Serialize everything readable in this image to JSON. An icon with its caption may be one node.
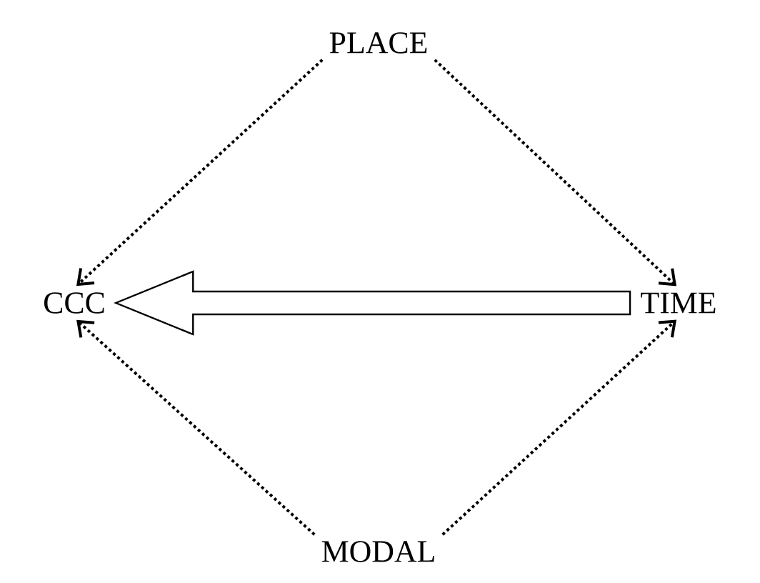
{
  "diagram": {
    "nodes": [
      {
        "text": [
          "PLACE"
        ]
      },
      {
        "text": [
          "CCC"
        ]
      },
      {
        "text": [
          "TIME"
        ]
      },
      {
        "text": [
          "MODAL"
        ]
      }
    ],
    "edges": [
      {
        "from": 0,
        "to": 1,
        "arrow": "to",
        "style": "dashed"
      },
      {
        "from": 0,
        "to": 2,
        "arrow": "to",
        "style": "dashed"
      },
      {
        "from": 3,
        "to": 1,
        "arrow": "to",
        "style": "dashed"
      },
      {
        "from": 3,
        "to": 2,
        "arrow": "to",
        "style": "dashed"
      },
      {
        "from": 2,
        "to": 1,
        "arrow": "to",
        "style": "thick"
      }
    ]
  }
}
